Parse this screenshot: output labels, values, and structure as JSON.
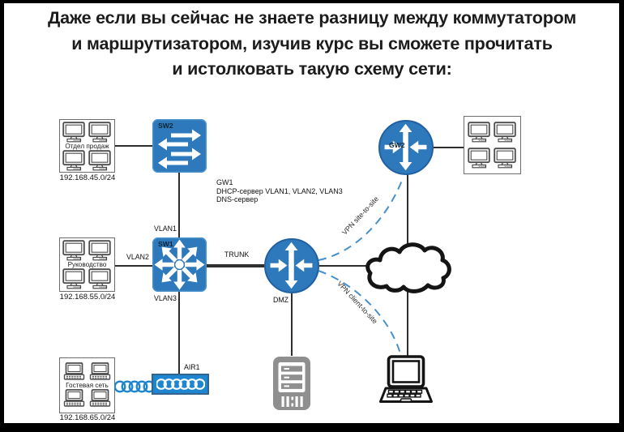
{
  "title": {
    "lines": [
      "Даже если вы сейчас не знаете разницу между коммутатором",
      "и маршрутизатором, изучив курс вы сможете прочитать",
      "и истолковать такую схему сети:"
    ]
  },
  "diagram": {
    "lans": {
      "sales": {
        "name": "Отдел продаж",
        "subnet": "192.168.45.0/24"
      },
      "management": {
        "name": "Руководство",
        "subnet": "192.168.55.0/24"
      },
      "guest": {
        "name": "Гостевая сеть",
        "subnet": "192.168.65.0/24"
      }
    },
    "devices": {
      "sw2": "SW2",
      "sw1": "SW1",
      "gw2": "GW2",
      "dmz": "DMZ",
      "air1": "AIR1"
    },
    "gw1_note": {
      "lines": [
        "GW1",
        "DHCP-сервер VLAN1, VLAN2, VLAN3",
        "DNS-сервер"
      ]
    },
    "links": {
      "vlan1": "VLAN1",
      "vlan2": "VLAN2",
      "vlan3": "VLAN3",
      "trunk": "TRUNK",
      "vpn_site": "VPN site-to-site",
      "vpn_client": "VPN client-to-site"
    },
    "colors": {
      "device_blue": "#2e79bc",
      "wireless_blue": "#1e86d0",
      "vpn_dashed_blue": "#4791cb",
      "server_gray": "#8f8f8f"
    }
  }
}
